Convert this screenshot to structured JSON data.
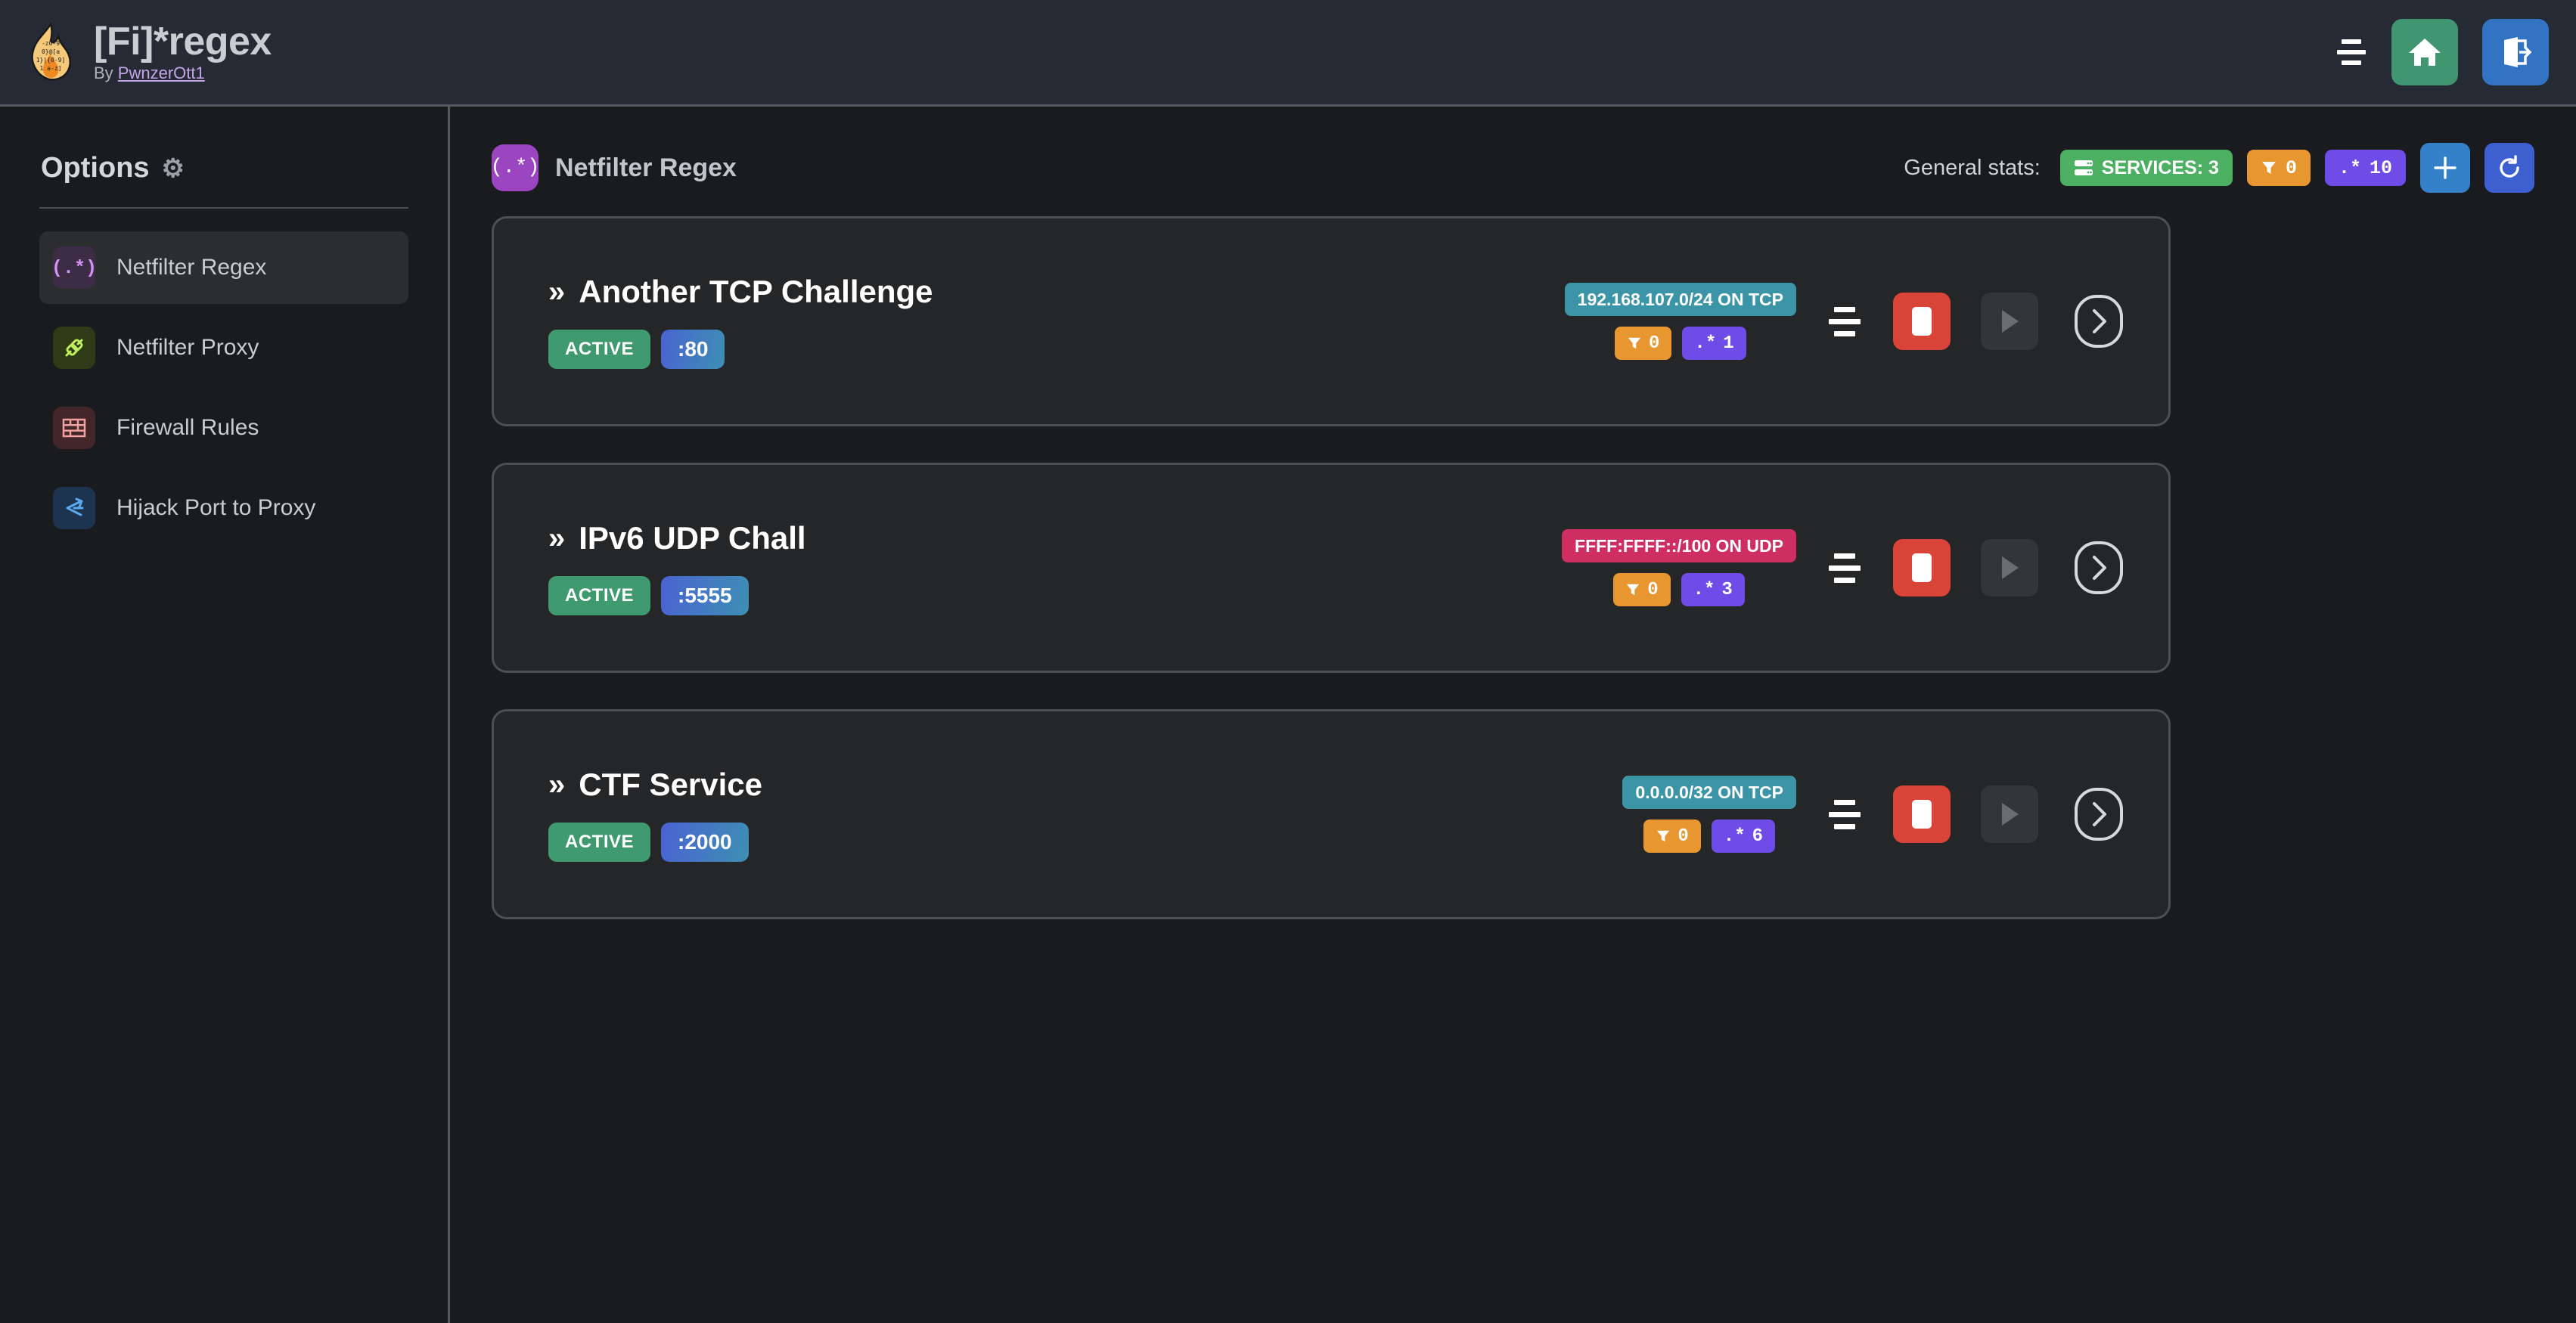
{
  "header": {
    "logo_icon": "flame-regex-logo",
    "title": "[Fi]*regex",
    "by_prefix": "By ",
    "author": "PwnzerOtt1",
    "menu_icon": "hamburger-icon",
    "home_icon": "home-icon",
    "logout_icon": "logout-icon"
  },
  "sidebar": {
    "heading": "Options",
    "gear_icon": "gear-icon",
    "items": [
      {
        "label": "Netfilter Regex",
        "icon": "regex-icon",
        "glyph": "(.*)",
        "active": true
      },
      {
        "label": "Netfilter Proxy",
        "icon": "plug-icon",
        "glyph": "",
        "active": false
      },
      {
        "label": "Firewall Rules",
        "icon": "brick-wall-icon",
        "glyph": "",
        "active": false
      },
      {
        "label": "Hijack Port to Proxy",
        "icon": "route-split-icon",
        "glyph": "",
        "active": false
      }
    ]
  },
  "main": {
    "page_icon": "regex-icon",
    "page_icon_glyph": "(.*)",
    "page_title": "Netfilter Regex",
    "stats_label": "General stats:",
    "stats": {
      "services_icon": "server-icon",
      "services_label": "SERVICES: 3",
      "filter_icon": "funnel-icon",
      "filter_count": "0",
      "regex_icon": "regex-dot-star-icon",
      "regex_count": "10"
    },
    "add_button_icon": "plus-icon",
    "refresh_button_icon": "refresh-icon"
  },
  "services": [
    {
      "name": "Another TCP Challenge",
      "chevron": "»",
      "status": "ACTIVE",
      "port": ":80",
      "network": "192.168.107.0/24 ON TCP",
      "protocol": "TCP",
      "filter_count": "0",
      "regex_count": "1",
      "sort_icon": "sort-lines-icon",
      "stop_icon": "stop-icon",
      "play_icon": "play-icon",
      "detail_icon": "chevron-right-icon"
    },
    {
      "name": "IPv6 UDP Chall",
      "chevron": "»",
      "status": "ACTIVE",
      "port": ":5555",
      "network": "FFFF:FFFF::/100 ON UDP",
      "protocol": "UDP",
      "filter_count": "0",
      "regex_count": "3",
      "sort_icon": "sort-lines-icon",
      "stop_icon": "stop-icon",
      "play_icon": "play-icon",
      "detail_icon": "chevron-right-icon"
    },
    {
      "name": "CTF Service",
      "chevron": "»",
      "status": "ACTIVE",
      "port": ":2000",
      "network": "0.0.0.0/32 ON TCP",
      "protocol": "TCP",
      "filter_count": "0",
      "regex_count": "6",
      "sort_icon": "sort-lines-icon",
      "stop_icon": "stop-icon",
      "play_icon": "play-icon",
      "detail_icon": "chevron-right-icon"
    }
  ],
  "colors": {
    "page_bg": "#191b1f",
    "header_bg": "#252a34",
    "card_bg": "#242628",
    "card_border": "#4c4f53",
    "green": "#3f9a70",
    "services_green": "#4caf62",
    "orange": "#e8962f",
    "purple": "#6f4ce8",
    "teal": "#3c95a6",
    "crimson": "#cf2e63",
    "red_stop": "#d94338",
    "blue_add": "#3581c9",
    "blue_refresh": "#3e5fd0",
    "home_green": "#3f9670",
    "logout_blue": "#3273c4"
  }
}
